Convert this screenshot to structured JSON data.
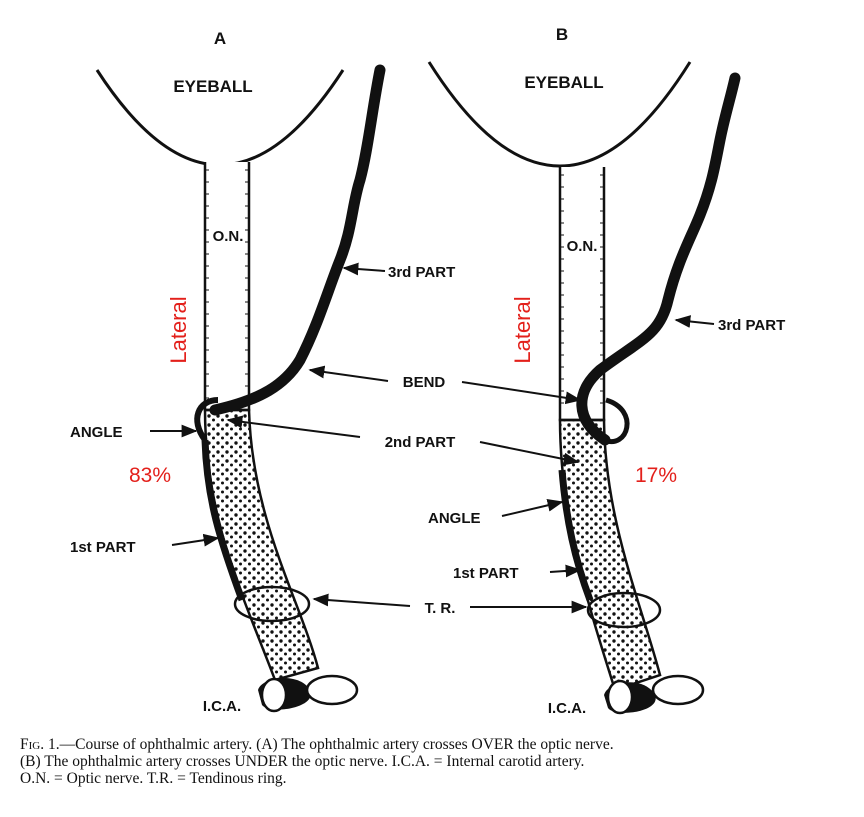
{
  "panels": [
    {
      "id": "A",
      "letter": "A",
      "eyeball": "EYEBALL",
      "on": "O.N.",
      "lateral": "Lateral",
      "third_part": "3rd PART",
      "angle": "ANGLE",
      "percent": "83%",
      "first_part": "1st PART",
      "ica": "I.C.A."
    },
    {
      "id": "B",
      "letter": "B",
      "eyeball": "EYEBALL",
      "on": "O.N.",
      "lateral": "Lateral",
      "third_part": "3rd PART",
      "angle": "ANGLE",
      "percent": "17%",
      "first_part": "1st PART",
      "ica": "I.C.A."
    }
  ],
  "shared": {
    "bend": "BEND",
    "second_part": "2nd PART",
    "tr": "T. R."
  },
  "colors": {
    "annotation": "#e3201b",
    "ink": "#111111"
  },
  "caption": {
    "fig_label": "Fig. 1.",
    "line1": "—Course of ophthalmic artery.   (A) The ophthalmic artery crosses OVER the optic nerve.",
    "line2": "(B) The ophthalmic artery crosses UNDER the optic nerve.   I.C.A. = Internal carotid artery.",
    "line3": "O.N. = Optic nerve.   T.R. = Tendinous ring."
  }
}
